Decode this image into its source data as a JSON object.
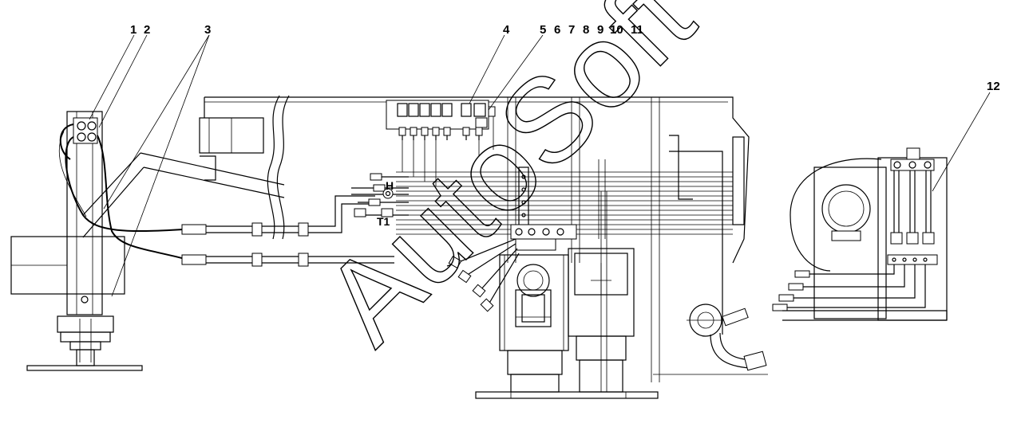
{
  "callouts": [
    "1",
    "2",
    "3",
    "4",
    "5",
    "6",
    "7",
    "8",
    "9",
    "10",
    "11",
    "12"
  ],
  "port_labels": {
    "h": "H",
    "t1": "T1"
  },
  "watermark": "AutoSoft"
}
